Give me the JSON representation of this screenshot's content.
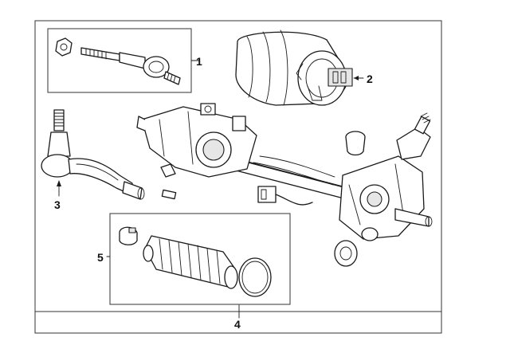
{
  "diagram": {
    "callouts": [
      {
        "id": "c1",
        "label": "1"
      },
      {
        "id": "c2",
        "label": "2"
      },
      {
        "id": "c3",
        "label": "3"
      },
      {
        "id": "c4",
        "label": "4"
      },
      {
        "id": "c5",
        "label": "5"
      }
    ]
  }
}
